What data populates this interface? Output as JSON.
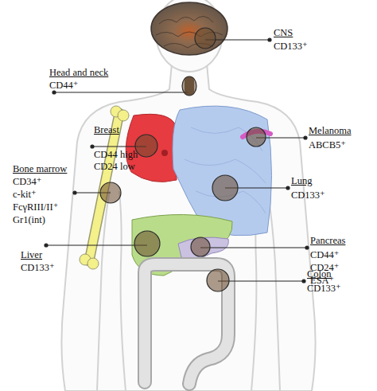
{
  "diagram": {
    "labels": [
      "CNS",
      "CD133⁺",
      "Head and neck",
      "CD44⁺",
      "Breast",
      "CD44 high",
      "CD24 low",
      "Melanoma",
      "ABCB5⁺",
      "Bone marrow",
      "CD34⁺",
      "c-kit⁺",
      "FcγRIII/II⁺",
      "Gr1(int)",
      "Lung",
      "CD133⁺",
      "Liver",
      "CD133⁺",
      "Pancreas",
      "CD44⁺",
      "CD24⁺",
      "ESA⁺",
      "Colon",
      "CD133⁺"
    ]
  }
}
